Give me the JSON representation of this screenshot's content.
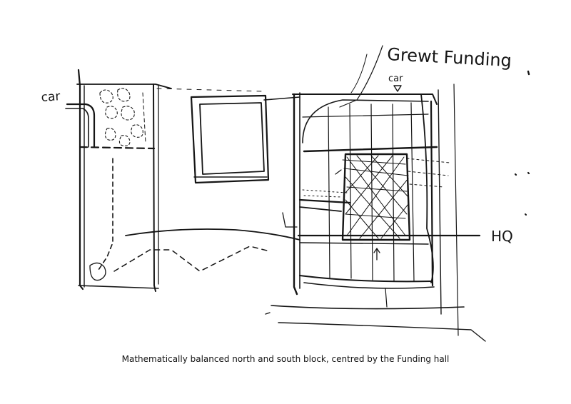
{
  "labels": {
    "car_left": "car",
    "car_top": "car",
    "grant_funding": "Grewt Funding",
    "hq": "HQ"
  },
  "caption": "Mathematically balanced north and south block, centred by the Funding hall",
  "colors": {
    "ink": "#151515",
    "paper": "#ffffff"
  }
}
